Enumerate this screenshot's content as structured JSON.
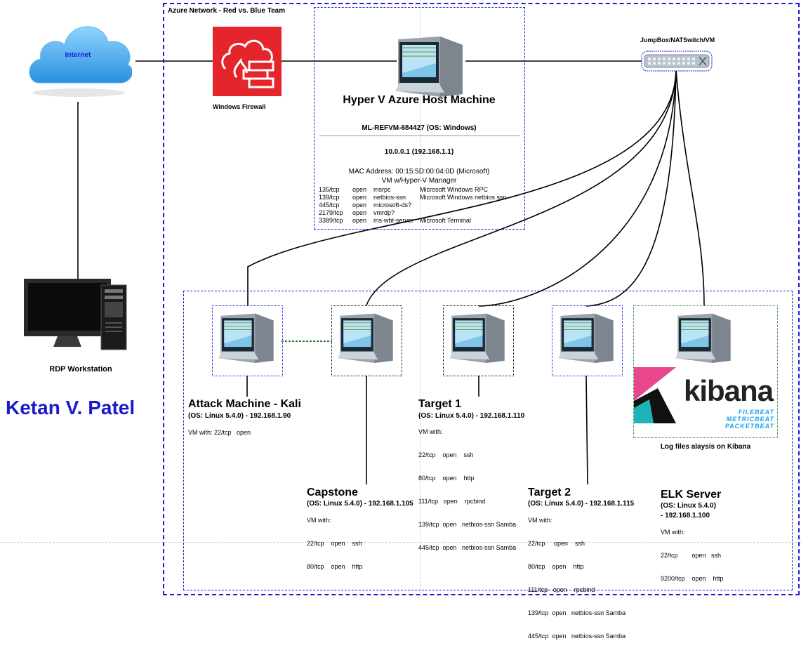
{
  "author": "Ketan V. Patel",
  "internet": {
    "label": "Internet"
  },
  "rdp": {
    "label": "RDP Workstation"
  },
  "azure": {
    "label": "Azure Network - Red vs. Blue Team"
  },
  "firewall": {
    "label": "Windows Firewall"
  },
  "jumpbox": {
    "label": "JumpBox/NATSwitch/VM"
  },
  "host": {
    "title": "Hyper V Azure Host Machine",
    "name": "ML-REFVM-684427 (OS: Windows)",
    "ip": "10.0.0.1 (192.168.1.1)",
    "mac": "MAC Address: 00:15:5D:00:04:0D (Microsoft)",
    "vm_header": "VM w/Hyper-V Manager",
    "ports": [
      {
        "port": "135/tcp",
        "state": "open",
        "svc": "msrpc",
        "desc": "Microsoft Windows RPC"
      },
      {
        "port": "139/tcp",
        "state": "open",
        "svc": "netbios-ssn",
        "desc": "Microsoft Windows netbios ssn"
      },
      {
        "port": "445/tcp",
        "state": "open",
        "svc": "microsoft-ds?",
        "desc": ""
      },
      {
        "port": "2179/tcp",
        "state": "open",
        "svc": "vmrdp?",
        "desc": ""
      },
      {
        "port": "3389/tcp",
        "state": "open",
        "svc": "ms-wbt-server",
        "desc": "Microsoft Terminal"
      }
    ]
  },
  "kali": {
    "title": "Attack Machine - Kali",
    "os": "(OS: Linux 5.4.0) - 192.168.1.90",
    "vm": "VM with: 22/tcp   open"
  },
  "capstone": {
    "title": "Capstone",
    "os": "(OS: Linux 5.4.0) - 192.168.1.105",
    "vm_header": "VM with:",
    "ports": [
      "22/tcp    open    ssh",
      "80/tcp    open    http"
    ]
  },
  "target1": {
    "title": "Target 1",
    "os": "(OS: Linux 5.4.0) - 192.168.1.110",
    "vm_header": "VM with:",
    "ports": [
      "22/tcp    open    ssh",
      "80/tcp    open    http",
      "111/tcp   open    rpcbind",
      "139/tcp  open   netbios-ssn Samba",
      "445/tcp  open   netbios-ssn Samba"
    ]
  },
  "target2": {
    "title": "Target 2",
    "os": "(OS: Linux 5.4.0) - 192.168.1.115",
    "vm_header": "VM with:",
    "ports": [
      "22/tcp     open    ssh",
      "80/tcp    open    http",
      "111/tcp   open    rpcbind",
      "139/tcp  open   netbios-ssn Samba",
      "445/tcp  open   netbios-ssn Samba"
    ]
  },
  "elk": {
    "title": "ELK Server",
    "os1": "(OS: Linux 5.4.0)",
    "os2": "- 192.168.1.100",
    "vm_header": "VM with:",
    "ports": [
      "22/tcp        open   ssh",
      "9200/tcp    open    http"
    ],
    "kibana": "kibana",
    "beats": [
      "FILEBEAT",
      "METRICBEAT",
      "PACKETBEAT"
    ],
    "caption": "Log files alaysis on Kibana"
  },
  "colors": {
    "accent": "#1a1adc",
    "firewall": "#e4252b",
    "kibana_pink": "#e8488b",
    "beats": "#1aa3e8"
  }
}
